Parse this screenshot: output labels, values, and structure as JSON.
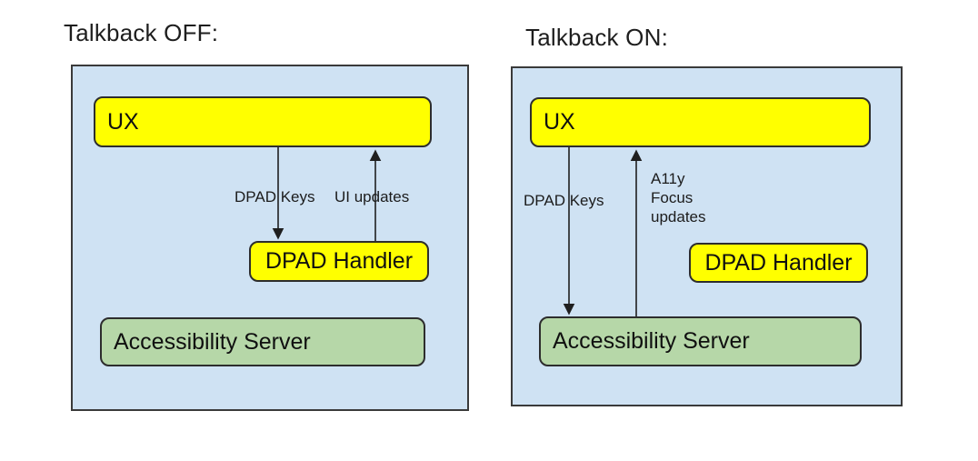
{
  "panels": [
    {
      "title": "Talkback OFF:",
      "boxes": {
        "ux": "UX",
        "dpad_handler": "DPAD Handler",
        "accessibility_server": "Accessibility Server"
      },
      "arrows": {
        "down_label": "DPAD Keys",
        "up_label": "UI updates"
      }
    },
    {
      "title": "Talkback ON:",
      "boxes": {
        "ux": "UX",
        "dpad_handler": "DPAD Handler",
        "accessibility_server": "Accessibility Server"
      },
      "arrows": {
        "down_label": "DPAD Keys",
        "up_label": "A11y\nFocus\nupdates"
      }
    }
  ],
  "colors": {
    "panel_background": "#cfe2f3",
    "highlight_box_fill": "#ffff00",
    "server_box_fill": "#b6d7a8",
    "arrow_stroke": "#1f1f1f"
  }
}
